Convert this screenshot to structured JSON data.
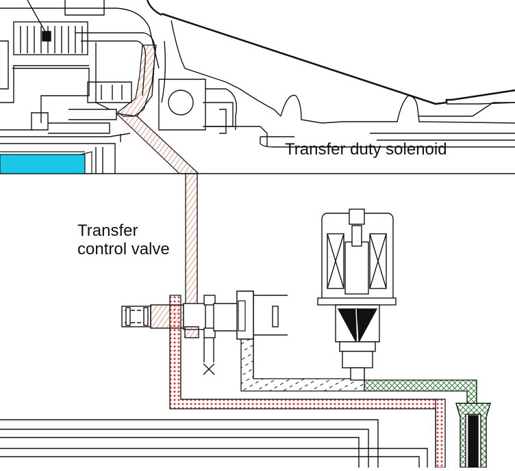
{
  "labels": {
    "solenoid": "Transfer duty solenoid",
    "valve_line1": "Transfer",
    "valve_line2": "control valve"
  },
  "colors": {
    "line": "#111111",
    "clutch_fill": "#19c7e6",
    "hatch_red": "#d9542b",
    "dot_red": "#d83030",
    "cross_green": "#2f7a3a",
    "coil_black": "#111111"
  },
  "icons": {
    "exhaust_port": "x-mark-icon",
    "solenoid_coil": "coil-cross-icon"
  }
}
